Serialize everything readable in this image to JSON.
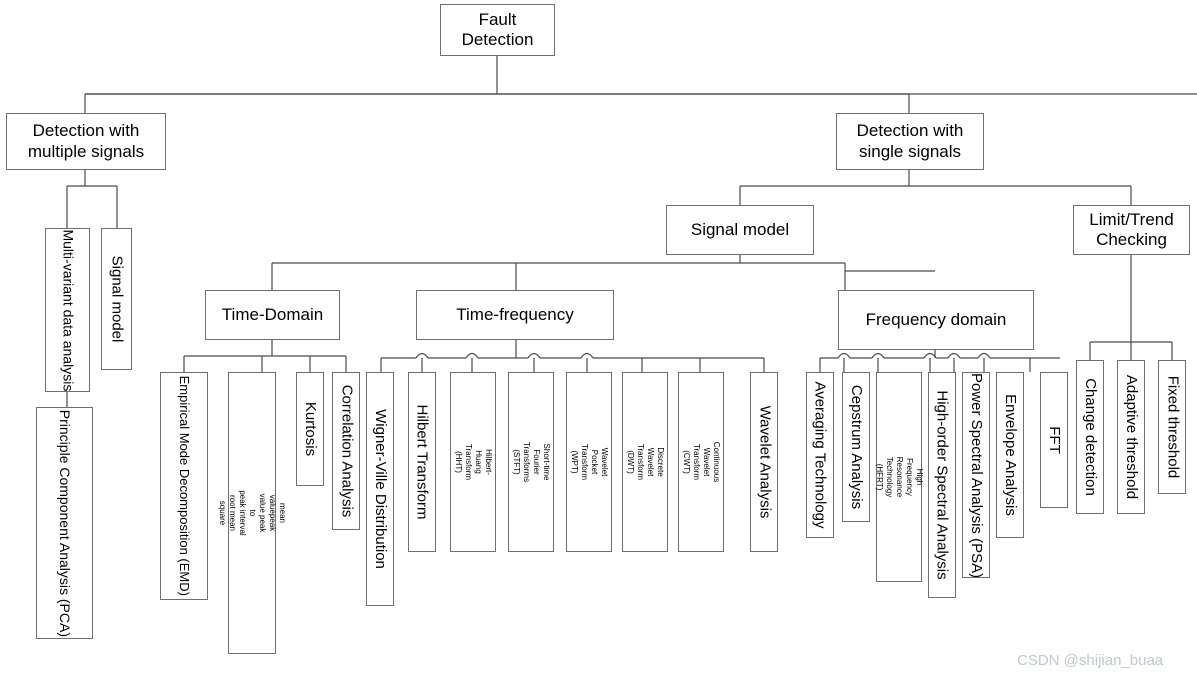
{
  "diagram": {
    "title": "Fault Detection",
    "watermark": "CSDN @shijian_buaa",
    "colors": {
      "box_border": "#6f6f6f",
      "wire": "#4a4a4a",
      "text": "#000000",
      "watermark": "#c3c7cc",
      "background": "#ffffff"
    }
  },
  "nodes": {
    "root": "Fault Detection",
    "l1": {
      "multiple": "Detection with multiple signals",
      "single": "Detection with single signals"
    },
    "left_branch": {
      "multivariant": "Multi-variant data analysis",
      "signal_model": "Signal model",
      "pca": "Principle Component Analysis (PCA)"
    },
    "single_branch": {
      "signal_model": "Signal model",
      "limit_trend": "Limit/Trend Checking"
    },
    "categories": {
      "time_domain": "Time-Domain",
      "time_frequency": "Time-frequency",
      "frequency_domain": "Frequency domain"
    },
    "time_domain_children": [
      "Empirical Mode Decomposition (EMD)",
      {
        "line1": "mean valuepeak value peak to",
        "line2": "peak interval root mean square"
      },
      "Kurtosis",
      "Correlation Analysis"
    ],
    "time_frequency_children": [
      "Wigner-Ville Distribution",
      "Hilbert Transform",
      "Hilbert-Huang Transform (HHT)",
      "Short-time Fourier Transforms (STFT)",
      "Wavelet Pocket Transform (WPT)",
      "Discrete Wavelet Transform (DWT)",
      "Continuous Wavelet Transform (CWT)",
      "Wavelet Analysis"
    ],
    "frequency_domain_children": [
      "Averaging Technology",
      "Cepstrum Analysis",
      "High Frequency Resonance Technology (HFRT)",
      "High-order Spectral Analysis",
      "Power Spectral Analysis (PSA)",
      "Envelope Analysis",
      "FFT"
    ],
    "limit_trend_children": [
      "Change detection",
      "Adaptive threshold",
      "Fixed threshold"
    ]
  }
}
